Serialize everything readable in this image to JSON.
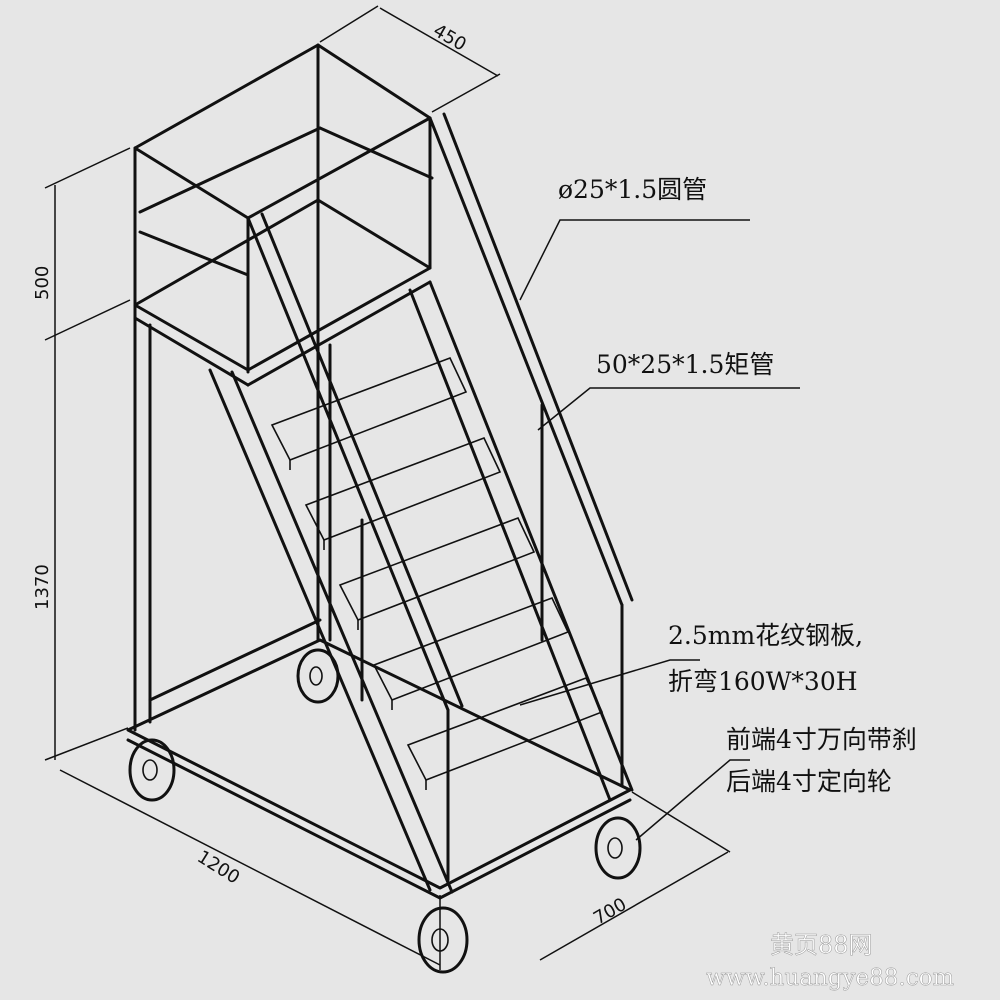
{
  "labels": {
    "round_tube": "ø25*1.5圆管",
    "rect_tube": "50*25*1.5矩管",
    "plate_line1": "2.5mm花纹钢板,",
    "plate_line2": "折弯160W*30H",
    "wheel_line1": "前端4寸万向带刹",
    "wheel_line2": "后端4寸定向轮"
  },
  "dimensions": {
    "top_width": "450",
    "rail_height": "500",
    "platform_height": "1370",
    "length": "1200",
    "width": "700"
  },
  "watermark": {
    "line1": "黄页88网",
    "line2": "www.huangye88.com"
  },
  "colors": {
    "background": "#e6e6e6",
    "lines": "#111111"
  }
}
